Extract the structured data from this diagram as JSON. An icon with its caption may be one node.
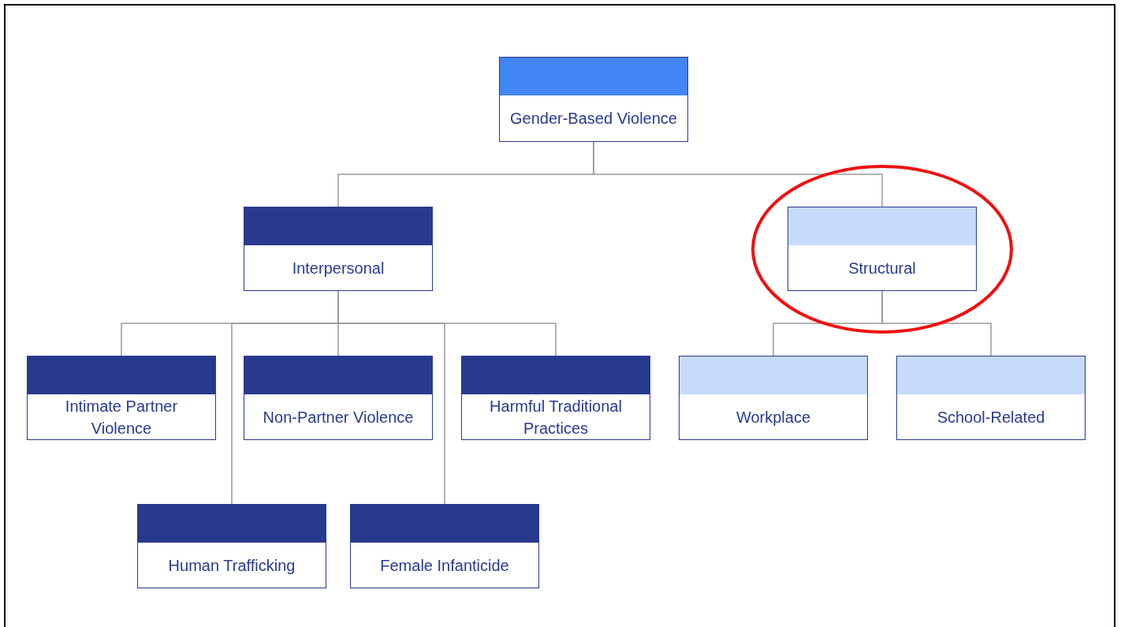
{
  "diagram": {
    "nodes": [
      {
        "text": [
          "Gender-Based Violence"
        ]
      },
      {
        "text": [
          "Interpersonal"
        ]
      },
      {
        "text": [
          "Structural"
        ]
      },
      {
        "text": [
          "Intimate Partner Violence"
        ]
      },
      {
        "text": [
          "Non-Partner Violence"
        ]
      },
      {
        "text": [
          "Harmful Traditional Practices"
        ]
      },
      {
        "text": [
          "Human Trafficking"
        ]
      },
      {
        "text": [
          "Female Infanticide"
        ]
      },
      {
        "text": [
          "Workplace"
        ]
      },
      {
        "text": [
          "School-Related"
        ]
      }
    ],
    "edges": [
      {
        "from": 0,
        "to": 1,
        "arrow": "none"
      },
      {
        "from": 0,
        "to": 2,
        "arrow": "none"
      },
      {
        "from": 1,
        "to": 3,
        "arrow": "none"
      },
      {
        "from": 1,
        "to": 4,
        "arrow": "none"
      },
      {
        "from": 1,
        "to": 5,
        "arrow": "none"
      },
      {
        "from": 1,
        "to": 6,
        "arrow": "none"
      },
      {
        "from": 1,
        "to": 7,
        "arrow": "none"
      },
      {
        "from": 2,
        "to": 8,
        "arrow": "none"
      },
      {
        "from": 2,
        "to": 9,
        "arrow": "none"
      }
    ]
  }
}
